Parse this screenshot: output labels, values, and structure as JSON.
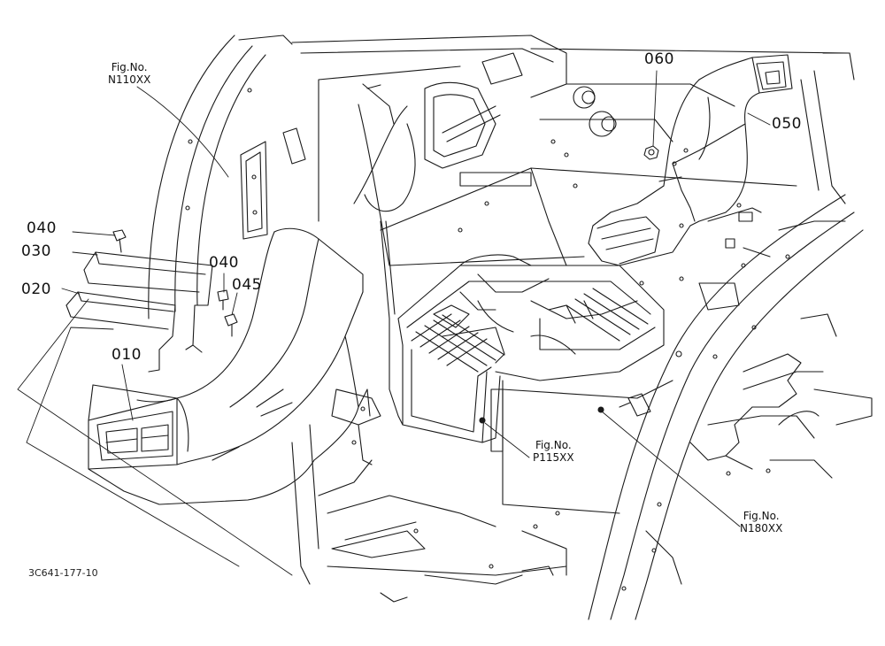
{
  "part_labels": {
    "p010": "010",
    "p020": "020",
    "p030": "030",
    "p040a": "040",
    "p040b": "040",
    "p045": "045",
    "p050": "050",
    "p060": "060"
  },
  "figure_refs": {
    "n110": {
      "line1": "Fig.No.",
      "line2": "N110XX"
    },
    "p115": {
      "line1": "Fig.No.",
      "line2": "P115XX"
    },
    "n180": {
      "line1": "Fig.No.",
      "line2": "N180XX"
    }
  },
  "drawing_code": "3C641-177-10"
}
